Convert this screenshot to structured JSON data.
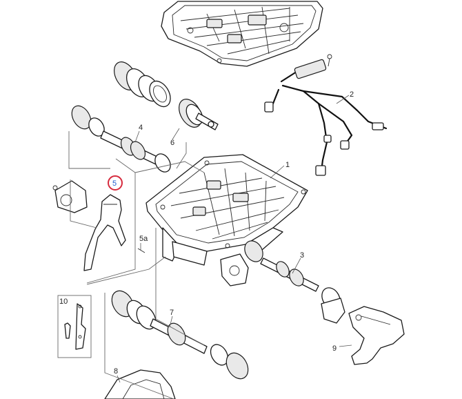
{
  "callouts": {
    "p1": "1",
    "p2": "2",
    "p3": "3",
    "p4": "4",
    "p5": "5",
    "p5a": "5a",
    "p6": "6",
    "p7": "7",
    "p8": "8",
    "p9": "9",
    "p10": "10"
  },
  "highlight": {
    "part": "5",
    "ring_color": "#d62a3d",
    "text_color": "#1f5fd0"
  }
}
